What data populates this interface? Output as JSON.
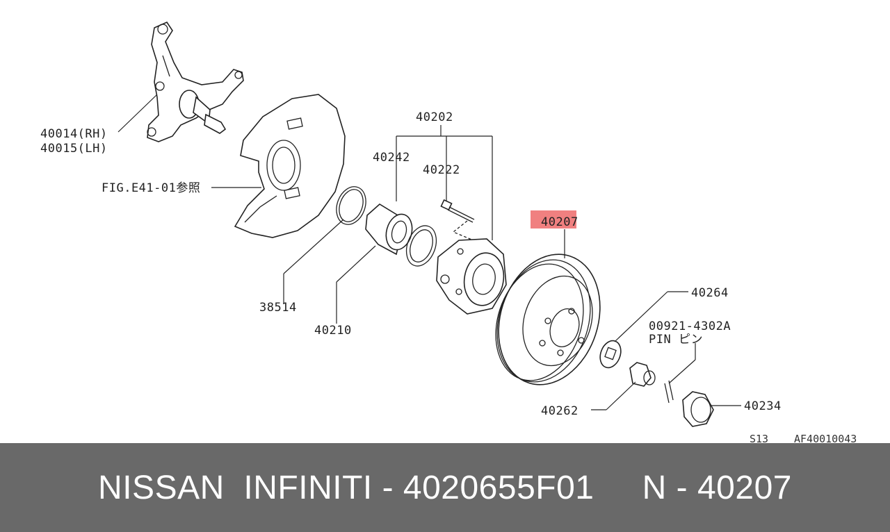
{
  "labels": {
    "knuckle_rh": "40014(RH)",
    "knuckle_lh": "40015(LH)",
    "baffle_ref": "FIG.E41-01参照",
    "snap_ring": "38514",
    "bearing": "40210",
    "hub_assy": "40202",
    "seal": "40242",
    "bolt": "40222",
    "rotor": "40207",
    "washer": "40264",
    "pin_code": "00921-4302A",
    "pin_name": "PIN ピン",
    "nut": "40262",
    "cap": "40234"
  },
  "footer_ref": {
    "code1": "S13",
    "code2": "AF40010043"
  },
  "highlight_color": "#f08080",
  "footer_bg": "#696969",
  "footer_title": "NISSAN  INFINITI - 4020655F01     N - 40207"
}
